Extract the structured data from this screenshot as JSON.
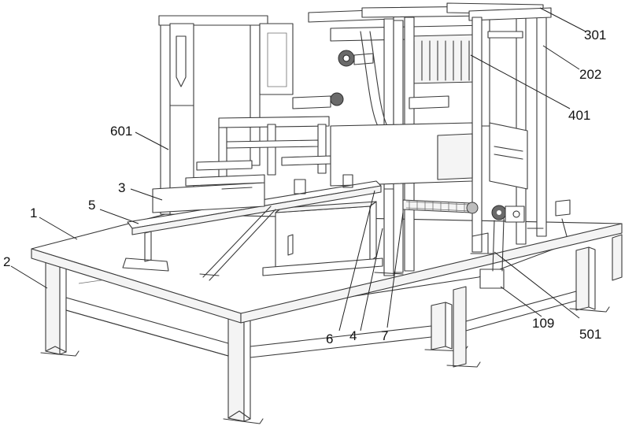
{
  "callouts": [
    {
      "id": "1",
      "text": "1"
    },
    {
      "id": "2",
      "text": "2"
    },
    {
      "id": "3",
      "text": "3"
    },
    {
      "id": "4",
      "text": "4"
    },
    {
      "id": "5",
      "text": "5"
    },
    {
      "id": "6",
      "text": "6"
    },
    {
      "id": "7",
      "text": "7"
    },
    {
      "id": "109",
      "text": "109"
    },
    {
      "id": "202",
      "text": "202"
    },
    {
      "id": "301",
      "text": "301"
    },
    {
      "id": "401",
      "text": "401"
    },
    {
      "id": "501",
      "text": "501"
    },
    {
      "id": "601",
      "text": "601"
    }
  ]
}
